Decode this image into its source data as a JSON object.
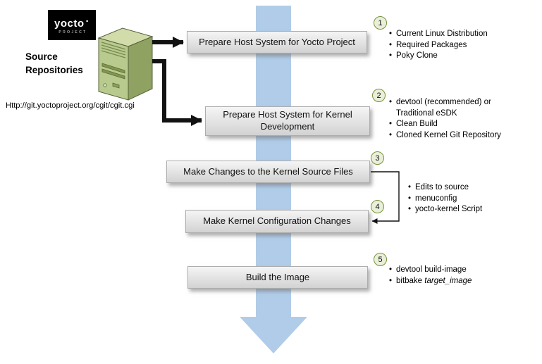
{
  "logo": {
    "brand": "yocto",
    "dot": "·",
    "sub": "PROJECT"
  },
  "source": {
    "title": "Source Repositories",
    "url": "Http://git.yoctoproject.org/cgit/cgit.cgi"
  },
  "steps": [
    {
      "num": "1",
      "label": "Prepare Host System for Yocto Project"
    },
    {
      "num": "2",
      "label": "Prepare Host System for Kernel Development"
    },
    {
      "num": "3",
      "label": "Make Changes to the Kernel Source Files"
    },
    {
      "num": "4",
      "label": "Make Kernel Configuration Changes"
    },
    {
      "num": "5",
      "label": "Build the Image"
    }
  ],
  "bullets": {
    "step1": [
      "Current Linux Distribution",
      "Required Packages",
      "Poky Clone"
    ],
    "step2": [
      "devtool (recommended) or Traditional eSDK",
      "Clean Build",
      "Cloned Kernel Git Repository"
    ],
    "steps34": [
      "Edits to source",
      "menuconfig",
      "yocto-kernel Script"
    ],
    "step5": [
      "devtool build-image",
      {
        "text": "bitbake ",
        "italic": "target_image"
      }
    ]
  },
  "colors": {
    "flow_arrow_blue": "#b0cce8",
    "badge_border_green": "#76923c",
    "badge_fill": "#e9efd9",
    "server_green": "#b8ca8e",
    "box_gray": "#e2e2e2"
  }
}
